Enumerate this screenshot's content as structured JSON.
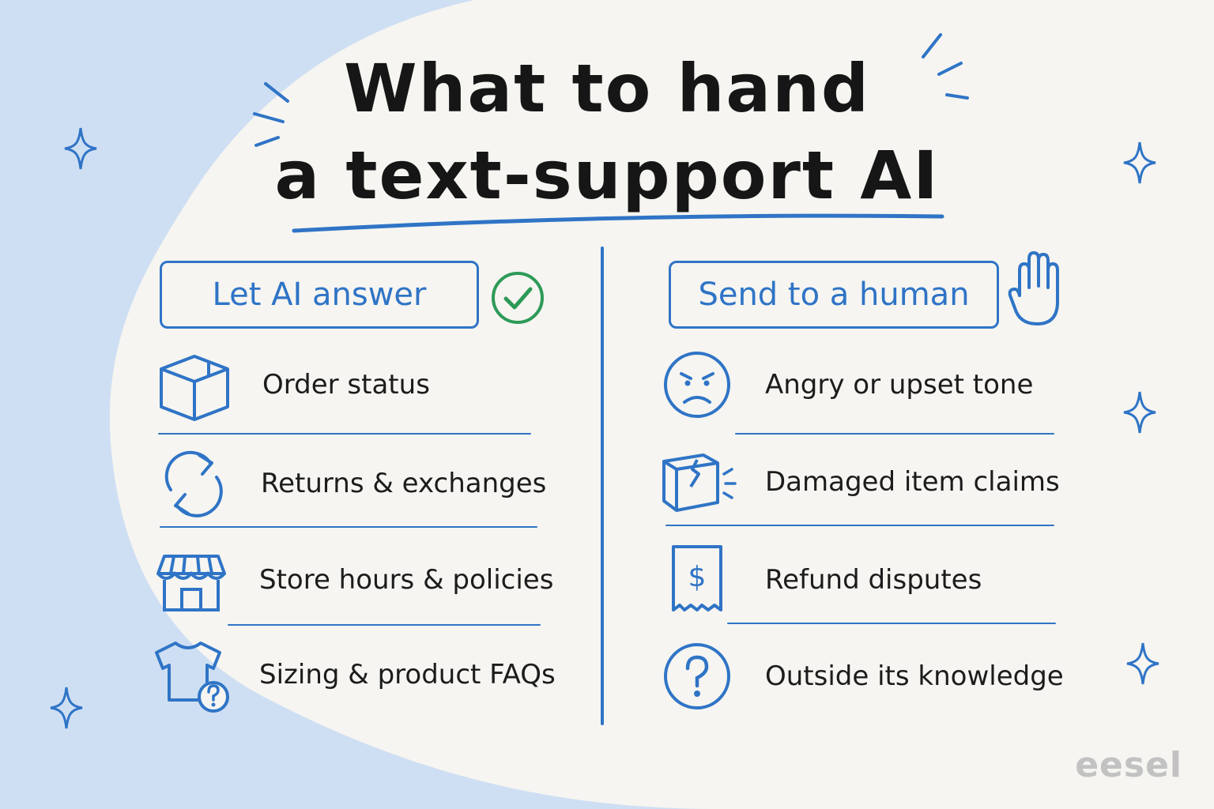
{
  "title": {
    "line1": "What to hand",
    "line2": "a text-support AI"
  },
  "left": {
    "heading": "Let AI answer",
    "items": [
      {
        "label": "Order status",
        "icon": "box-icon"
      },
      {
        "label": "Returns & exchanges",
        "icon": "refresh-icon"
      },
      {
        "label": "Store hours & policies",
        "icon": "store-icon"
      },
      {
        "label": "Sizing & product FAQs",
        "icon": "shirt-question-icon"
      }
    ]
  },
  "right": {
    "heading": "Send to a human",
    "items": [
      {
        "label": "Angry or upset tone",
        "icon": "angry-face-icon"
      },
      {
        "label": "Damaged item claims",
        "icon": "damaged-box-icon"
      },
      {
        "label": "Refund disputes",
        "icon": "receipt-dollar-icon"
      },
      {
        "label": "Outside its knowledge",
        "icon": "question-icon"
      }
    ]
  },
  "brand": "eesel",
  "colors": {
    "accent": "#2f74c6",
    "check": "#2e9a58",
    "background_blob": "#cfdff3",
    "paper": "#f6f5f1"
  }
}
